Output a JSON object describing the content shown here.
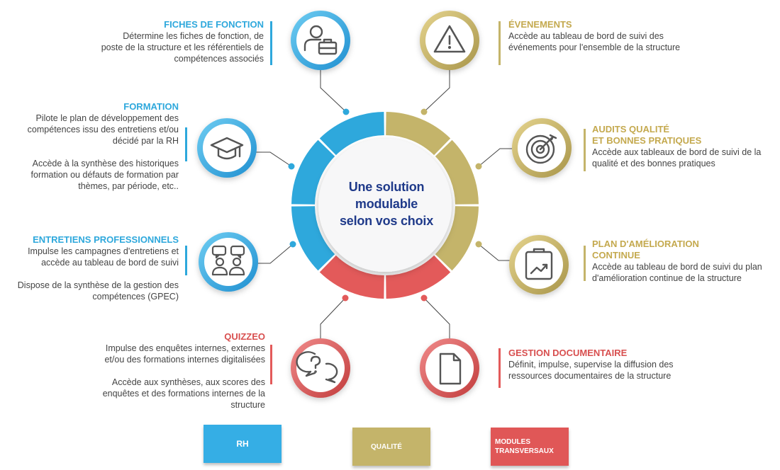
{
  "center": {
    "lines": [
      "Une solution",
      "modulable",
      "selon vos choix"
    ]
  },
  "colors": {
    "rh": "#2ea8dc",
    "qualite": "#c4b46a",
    "transverse": "#e35a5a",
    "navy": "#1f3a8a"
  },
  "modules": {
    "fiches": {
      "title": "FICHES DE FONCTION",
      "text": [
        "Détermine les fiches de fonction, de poste de la structure et les référentiels de compétences associés"
      ],
      "icon": "user-briefcase-icon"
    },
    "formation": {
      "title": "FORMATION",
      "text": [
        "Pilote le plan de développement des compétences issu des entretiens et/ou décidé par la RH",
        "Accède à la synthèse des historiques formation ou défauts de formation par thèmes, par période, etc.."
      ],
      "icon": "graduation-cap-icon"
    },
    "entretiens": {
      "title": "ENTRETIENS PROFESSIONNELS",
      "text": [
        "Impulse les campagnes d'entretiens et accède au tableau de bord de suivi",
        "Dispose de la synthèse de la gestion des compétences (GPEC)"
      ],
      "icon": "meeting-icon"
    },
    "quizzeo": {
      "title": "QUIZZEO",
      "text": [
        "Impulse des enquêtes internes, externes et/ou des formations internes digitalisées",
        "Accède aux synthèses, aux scores des enquêtes et des formations internes de la structure"
      ],
      "icon": "question-bubble-icon"
    },
    "evenements": {
      "title": "ÉVENEMENTS",
      "text": [
        "Accède au tableau de bord de suivi des événements pour l'ensemble de la structure"
      ],
      "icon": "warning-icon"
    },
    "audits": {
      "title_lines": [
        "AUDITS QUALITÉ",
        "ET BONNES PRATIQUES"
      ],
      "text": [
        "Accède aux tableaux de bord de suivi de la qualité et des bonnes pratiques"
      ],
      "icon": "target-icon"
    },
    "plan": {
      "title_lines": [
        "PLAN D'AMÉLIORATION",
        "CONTINUE"
      ],
      "text": [
        "Accède au tableau de bord de suivi du plan d'amélioration continue de la structure"
      ],
      "icon": "chart-clipboard-icon"
    },
    "gestion": {
      "title": "GESTION DOCUMENTAIRE",
      "text": [
        "Définit, impulse, supervise la diffusion des ressources documentaires de la structure"
      ],
      "icon": "document-icon"
    }
  },
  "legend": {
    "rh": "RH",
    "qualite": "QUALITÉ",
    "transverse_lines": [
      "MODULES",
      "TRANSVERSAUX"
    ]
  }
}
